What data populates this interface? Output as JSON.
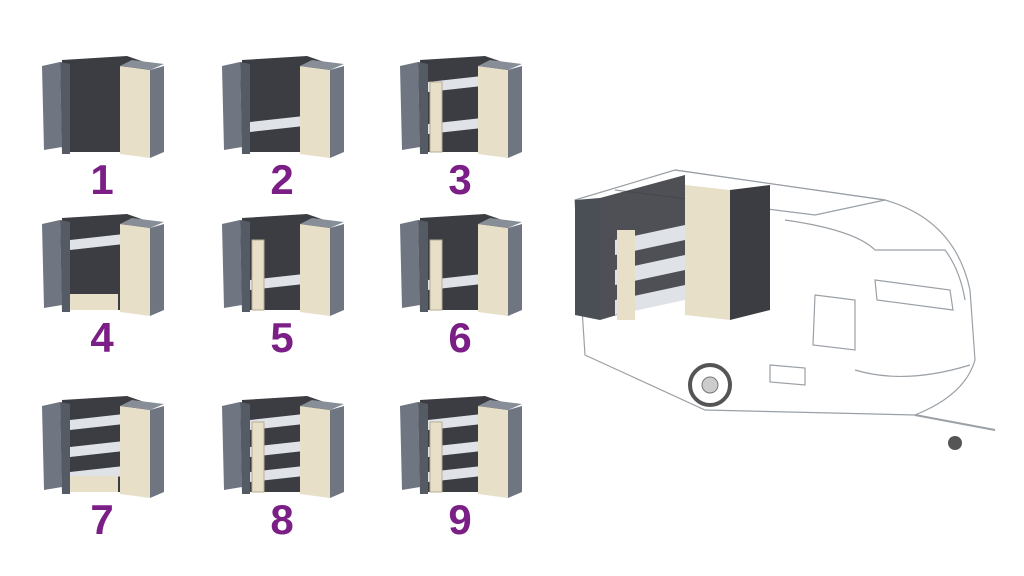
{
  "colors": {
    "number": "#7b1f86",
    "panel": "#6f7681",
    "wall": "#3b3d42",
    "wood": "#e8dfc9",
    "bunk": "#dfe3e8"
  },
  "configurations": [
    {
      "label": "1",
      "bunks": 0,
      "ladder": false,
      "wood_base": false
    },
    {
      "label": "2",
      "bunks": 1,
      "ladder": false,
      "wood_base": false
    },
    {
      "label": "3",
      "bunks": 2,
      "ladder": true,
      "wood_base": false
    },
    {
      "label": "4",
      "bunks": 1,
      "ladder": false,
      "wood_base": true
    },
    {
      "label": "5",
      "bunks": 1,
      "ladder": true,
      "wood_base": false
    },
    {
      "label": "6",
      "bunks": 1,
      "ladder": true,
      "wood_base": false
    },
    {
      "label": "7",
      "bunks": 3,
      "ladder": false,
      "wood_base": true
    },
    {
      "label": "8",
      "bunks": 3,
      "ladder": true,
      "wood_base": false
    },
    {
      "label": "9",
      "bunks": 3,
      "ladder": true,
      "wood_base": false
    }
  ]
}
